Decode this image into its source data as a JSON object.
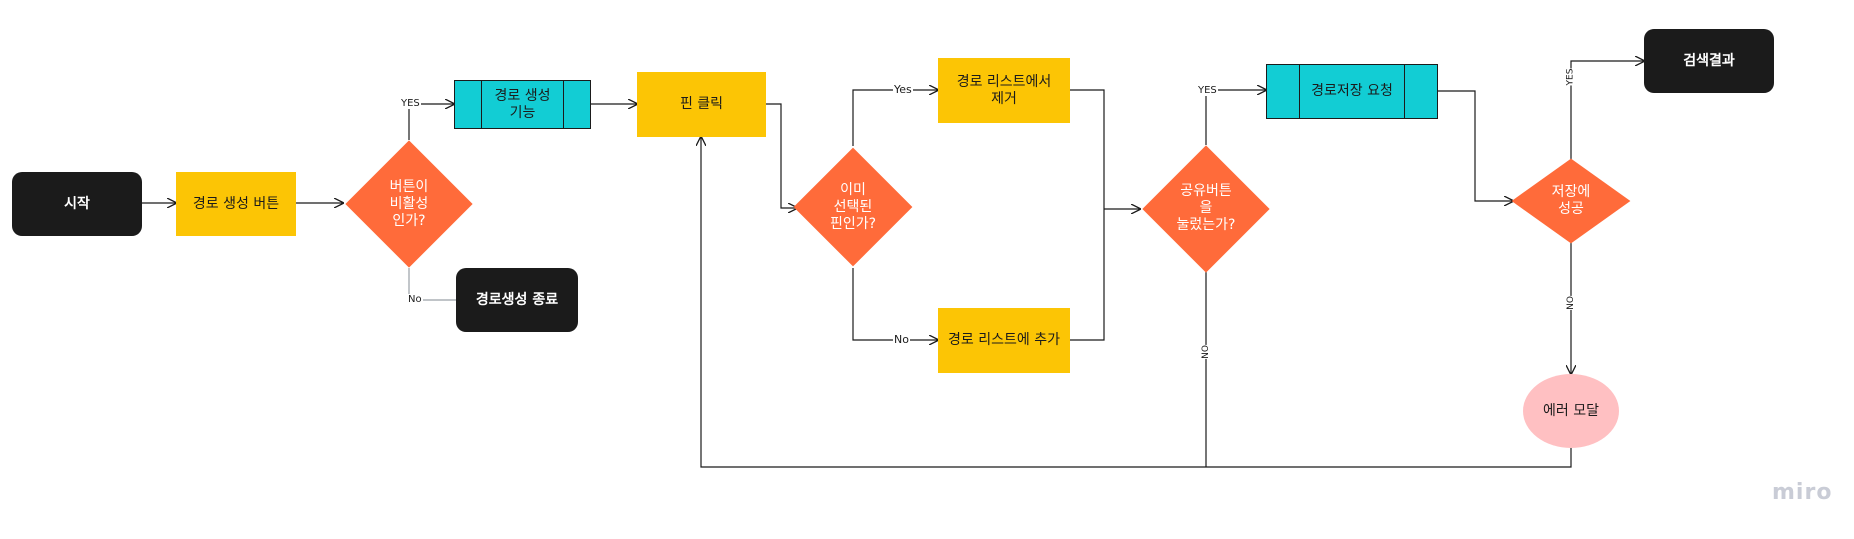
{
  "nodes": {
    "start": "시작",
    "create_route_button": "경로 생성 버튼",
    "button_disabled": "버튼이\n비활성\n인가?",
    "route_create_function": "경로 생성\n기능",
    "route_create_end": "경로생성 종료",
    "pin_click": "핀 클릭",
    "already_selected_pin": "이미\n선택된\n핀인가?",
    "remove_from_route_list": "경로 리스트에서\n제거",
    "add_to_route_list": "경로 리스트에 추가",
    "share_button_pressed": "공유버튼\n을\n눌렀는가?",
    "route_save_request": "경로저장 요청",
    "save_success": "저장에\n성공",
    "search_result": "검색결과",
    "error_modal": "에러 모달"
  },
  "edge_labels": {
    "disabled_yes": "YES",
    "disabled_no": "No",
    "selected_yes": "Yes",
    "selected_no": "No",
    "share_yes": "YES",
    "share_no": "NO",
    "save_yes": "YES",
    "save_no": "NO"
  },
  "branding": {
    "logo_text": "miro"
  },
  "colors": {
    "terminal": "#1b1b1b",
    "process": "#fcc505",
    "subprocess": "#12cdd4",
    "decision": "#ff6b3a",
    "error": "#ffc0c2",
    "connector": "#1b1b1b"
  }
}
